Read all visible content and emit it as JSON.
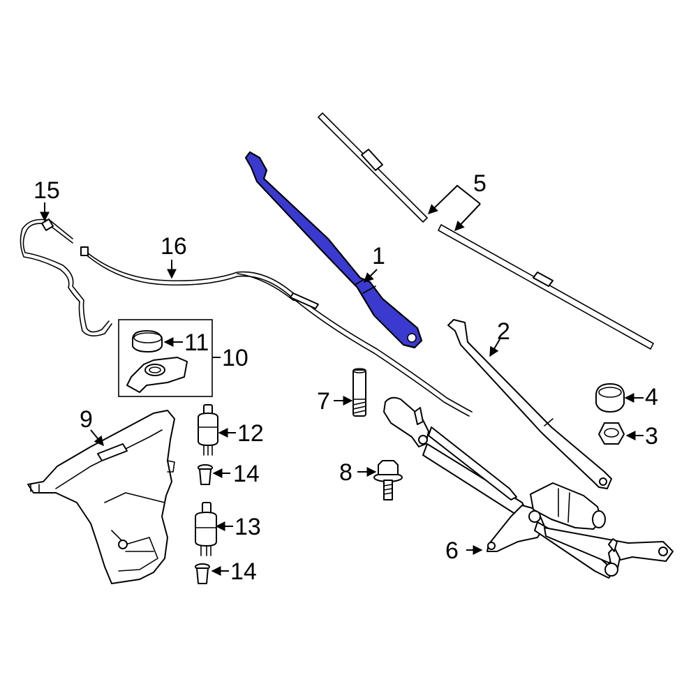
{
  "colors": {
    "background": "#ffffff",
    "line": "#000000",
    "highlight": "#3a3ad0"
  },
  "callouts": {
    "c1": "1",
    "c2": "2",
    "c3": "3",
    "c4": "4",
    "c5": "5",
    "c6": "6",
    "c7": "7",
    "c8": "8",
    "c9": "9",
    "c10": "10",
    "c11": "11",
    "c12": "12",
    "c13": "13",
    "c14a": "14",
    "c14b": "14",
    "c15": "15",
    "c16": "16"
  }
}
